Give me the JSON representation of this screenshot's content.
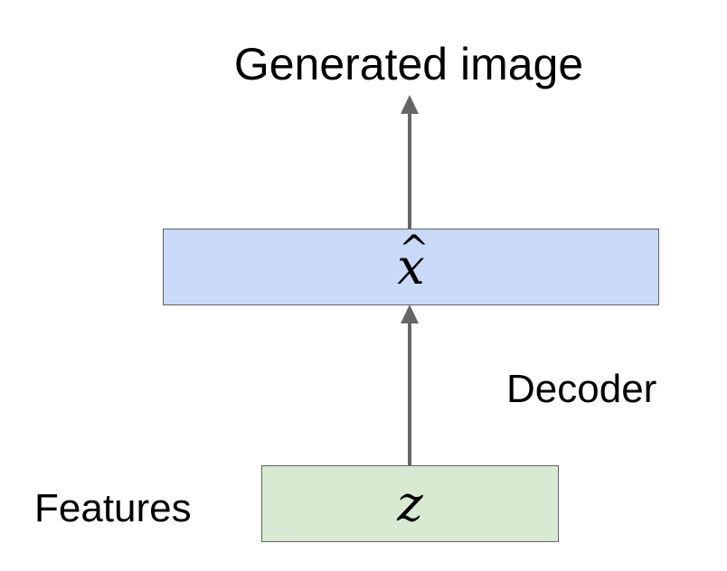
{
  "title": "Generated image",
  "decoder_label": "Decoder",
  "features_label": "Features",
  "output_box": {
    "symbol": "x",
    "accent": "^",
    "fill": "#c9daf8"
  },
  "input_box": {
    "symbol": "z",
    "fill": "#d9ead3"
  },
  "arrow_color": "#666666"
}
